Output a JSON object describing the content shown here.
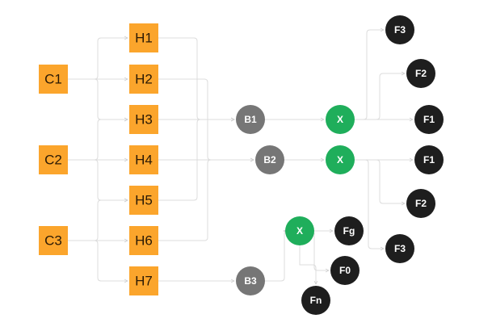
{
  "colors": {
    "c_node": "#fba52c",
    "h_node": "#fba52c",
    "b_node": "#767676",
    "x_node": "#1fae5b",
    "f_node": "#1e1e1e",
    "edge": "#dcdcdc"
  },
  "nodes": {
    "C1": {
      "label": "C1",
      "type": "c"
    },
    "C2": {
      "label": "C2",
      "type": "c"
    },
    "C3": {
      "label": "C3",
      "type": "c"
    },
    "H1": {
      "label": "H1",
      "type": "h"
    },
    "H2": {
      "label": "H2",
      "type": "h"
    },
    "H3": {
      "label": "H3",
      "type": "h"
    },
    "H4": {
      "label": "H4",
      "type": "h"
    },
    "H5": {
      "label": "H5",
      "type": "h"
    },
    "H6": {
      "label": "H6",
      "type": "h"
    },
    "H7": {
      "label": "H7",
      "type": "h"
    },
    "B1": {
      "label": "B1",
      "type": "b"
    },
    "B2": {
      "label": "B2",
      "type": "b"
    },
    "B3": {
      "label": "B3",
      "type": "b"
    },
    "X1": {
      "label": "X",
      "type": "x"
    },
    "X2": {
      "label": "X",
      "type": "x"
    },
    "X3": {
      "label": "X",
      "type": "x"
    },
    "F3a": {
      "label": "F3",
      "type": "f"
    },
    "F2a": {
      "label": "F2",
      "type": "f"
    },
    "F1a": {
      "label": "F1",
      "type": "f"
    },
    "F1b": {
      "label": "F1",
      "type": "f"
    },
    "F2b": {
      "label": "F2",
      "type": "f"
    },
    "F3b": {
      "label": "F3",
      "type": "f"
    },
    "Fg": {
      "label": "Fg",
      "type": "f"
    },
    "F0": {
      "label": "F0",
      "type": "f"
    },
    "Fn": {
      "label": "Fn",
      "type": "f"
    }
  },
  "edges": [
    [
      "C1",
      "H1"
    ],
    [
      "C1",
      "H2"
    ],
    [
      "C1",
      "H3"
    ],
    [
      "C2",
      "H3"
    ],
    [
      "C2",
      "H4"
    ],
    [
      "C2",
      "H5"
    ],
    [
      "C3",
      "H5"
    ],
    [
      "C3",
      "H6"
    ],
    [
      "C3",
      "H7"
    ],
    [
      "H1",
      "B1"
    ],
    [
      "H3",
      "B1"
    ],
    [
      "H5",
      "B1"
    ],
    [
      "H2",
      "B2"
    ],
    [
      "H4",
      "B2"
    ],
    [
      "H6",
      "B2"
    ],
    [
      "H7",
      "B3"
    ],
    [
      "B1",
      "X1"
    ],
    [
      "B2",
      "X2"
    ],
    [
      "B3",
      "X3"
    ],
    [
      "X1",
      "F3a"
    ],
    [
      "X1",
      "F2a"
    ],
    [
      "X1",
      "F1a"
    ],
    [
      "X2",
      "F1b"
    ],
    [
      "X2",
      "F2b"
    ],
    [
      "X2",
      "F3b"
    ],
    [
      "X3",
      "Fg"
    ],
    [
      "X3",
      "F0"
    ],
    [
      "X3",
      "Fn"
    ]
  ]
}
